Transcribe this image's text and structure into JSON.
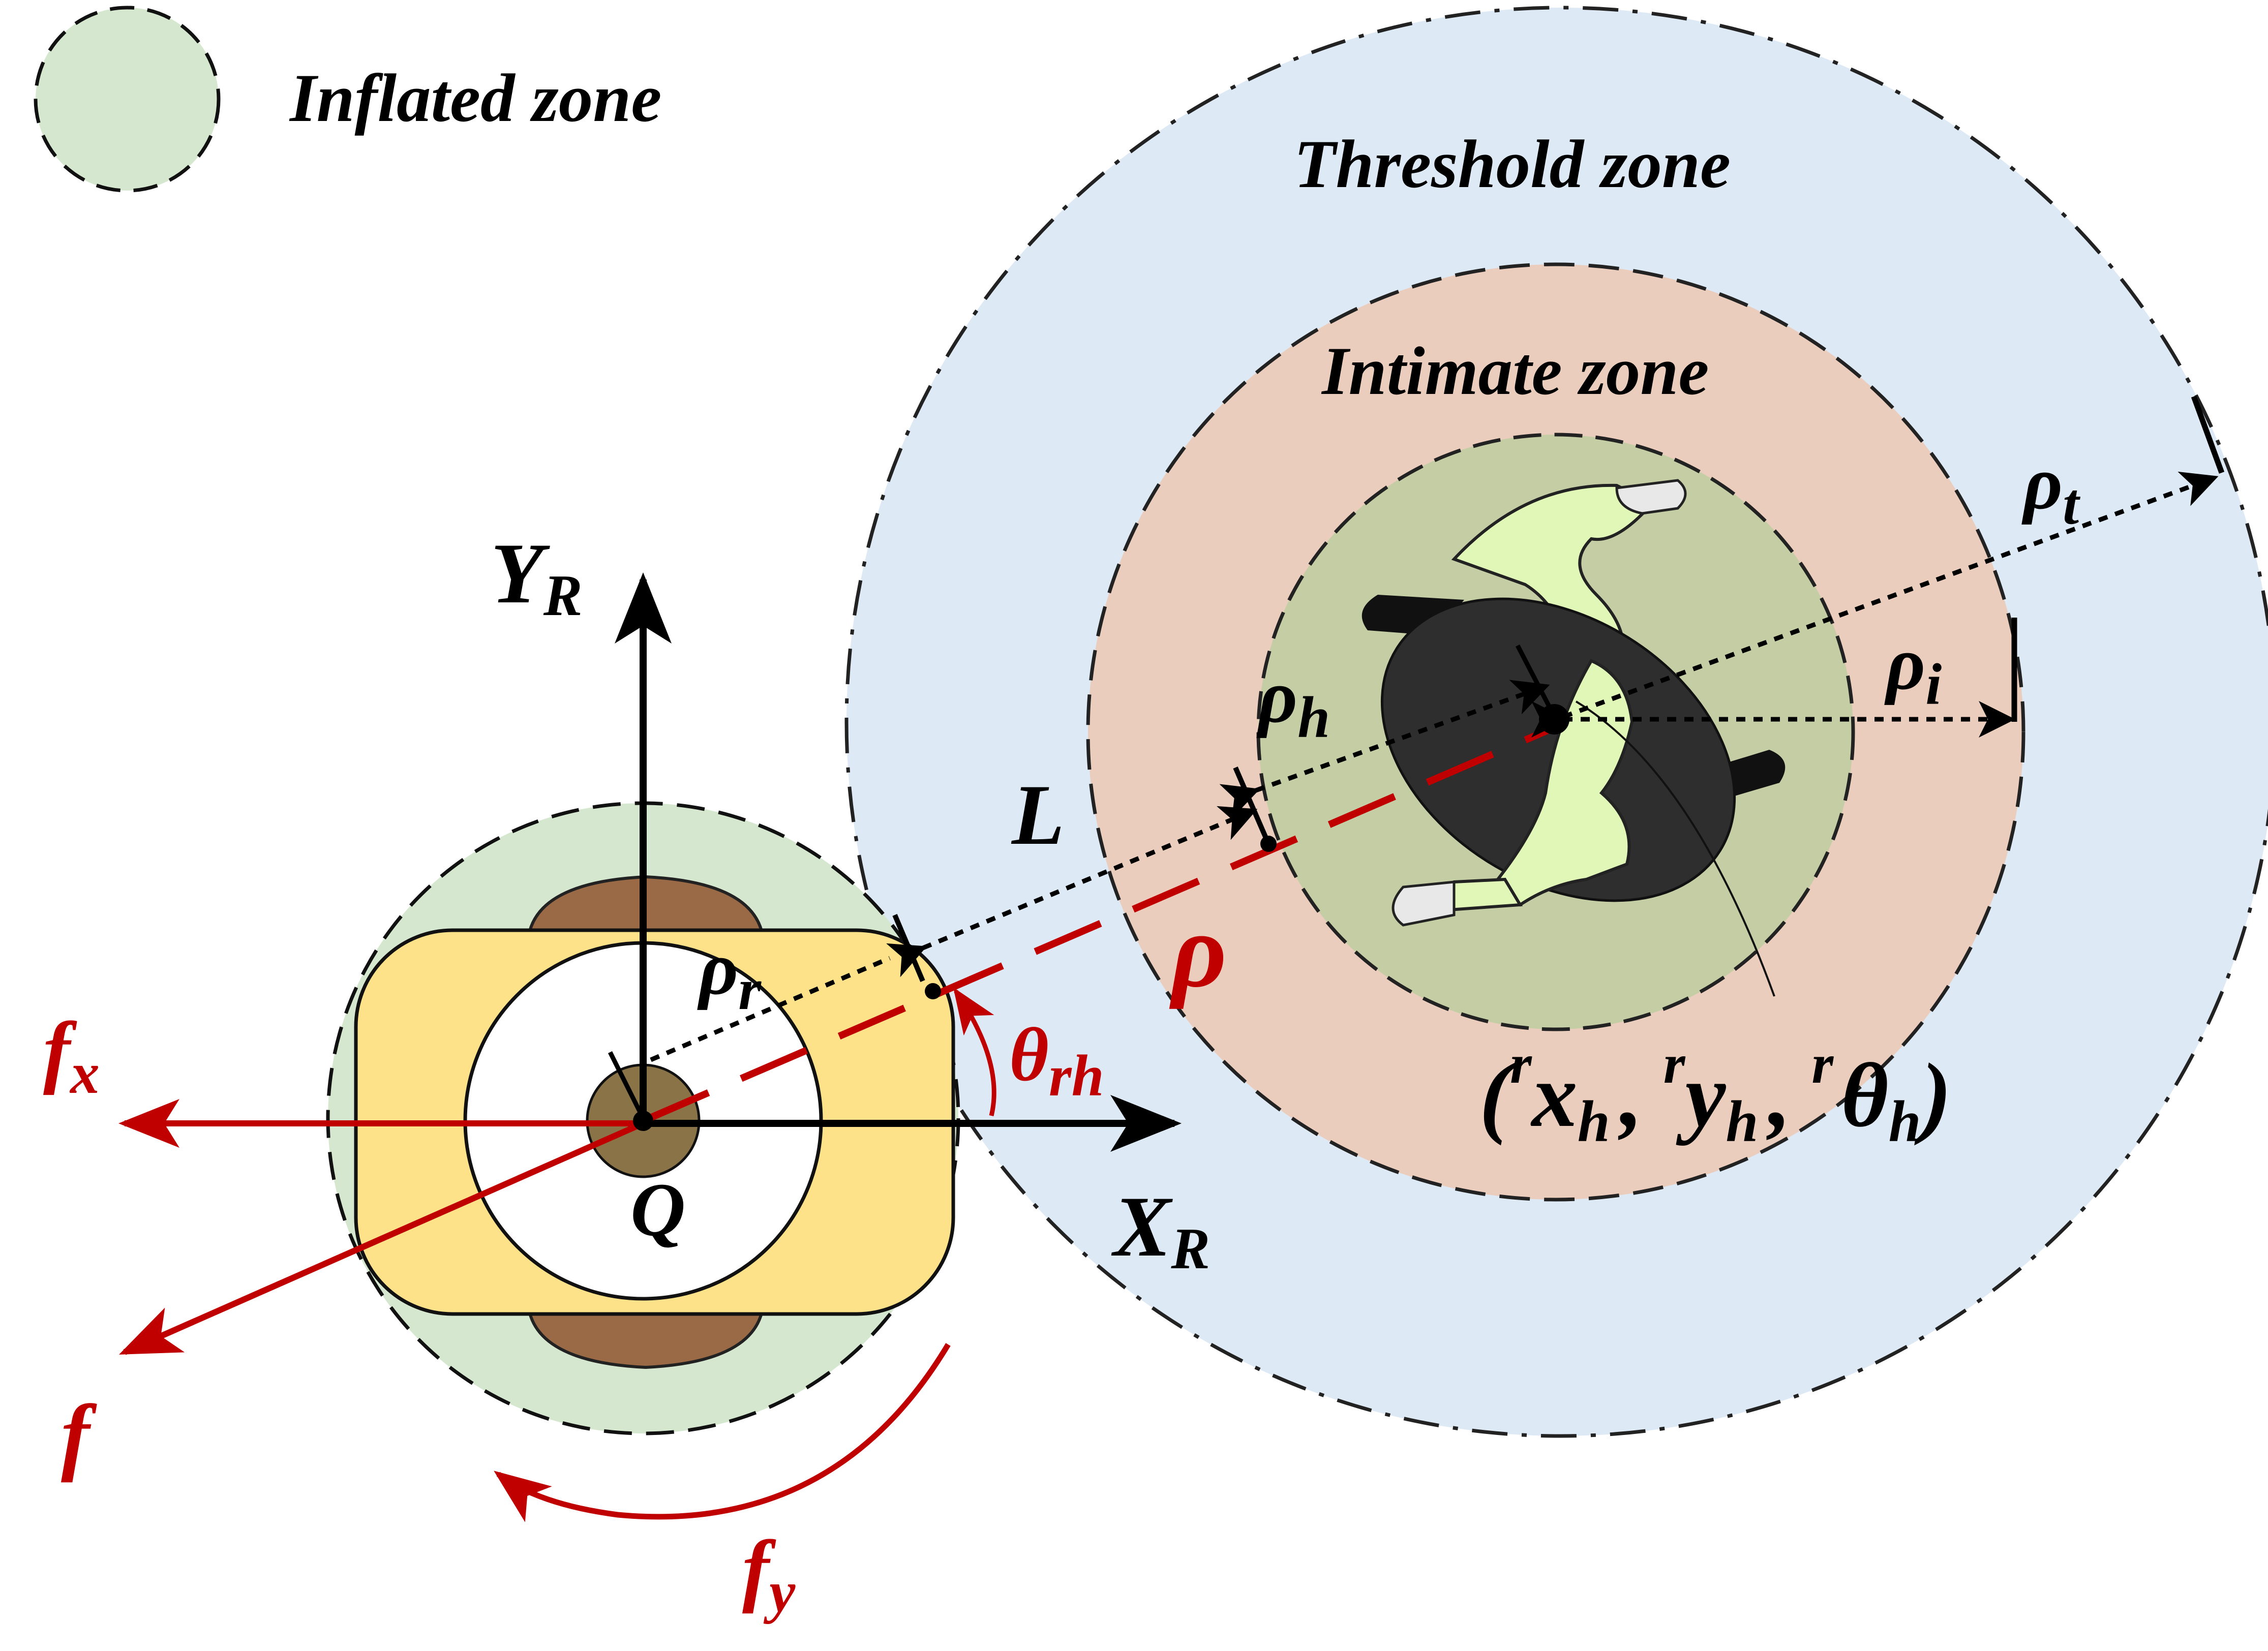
{
  "legend": {
    "label": "Inflated zone"
  },
  "zones": {
    "threshold_label": "Threshold zone",
    "intimate_label": "Intimate zone"
  },
  "axes": {
    "y_main": "Y",
    "y_sub": "R",
    "x_main": "X",
    "x_sub": "R",
    "origin": "Q"
  },
  "radii": {
    "rho_t": {
      "main": "ρ",
      "sub": "t"
    },
    "rho_i": {
      "main": "ρ",
      "sub": "i"
    },
    "rho_h": {
      "main": "ρ",
      "sub": "h"
    },
    "rho_r": {
      "main": "ρ",
      "sub": "r"
    }
  },
  "distances": {
    "L": "L",
    "rho": "ρ"
  },
  "angle": {
    "main": "θ",
    "sub": "rh"
  },
  "forces": {
    "fx": {
      "main": "f",
      "sub": "x"
    },
    "fy": {
      "main": "f",
      "sub": "y"
    },
    "f": {
      "main": "f"
    }
  },
  "human_pose": {
    "open": "(",
    "x": "x",
    "x_sub": "h",
    "y": "y",
    "y_sub": "h",
    "theta": "θ",
    "theta_sub": "h",
    "sup": "r",
    "sep": ",",
    "close": ")"
  },
  "colors": {
    "inflated": "#d5e8cf",
    "threshold": "#dde9f5",
    "intimate": "#ebcdbd",
    "human_zone": "#c5cda5",
    "robot_body": "#fde28a",
    "wheel": "#996a45",
    "force": "#c00000",
    "shirt": "#e1f7b8"
  }
}
